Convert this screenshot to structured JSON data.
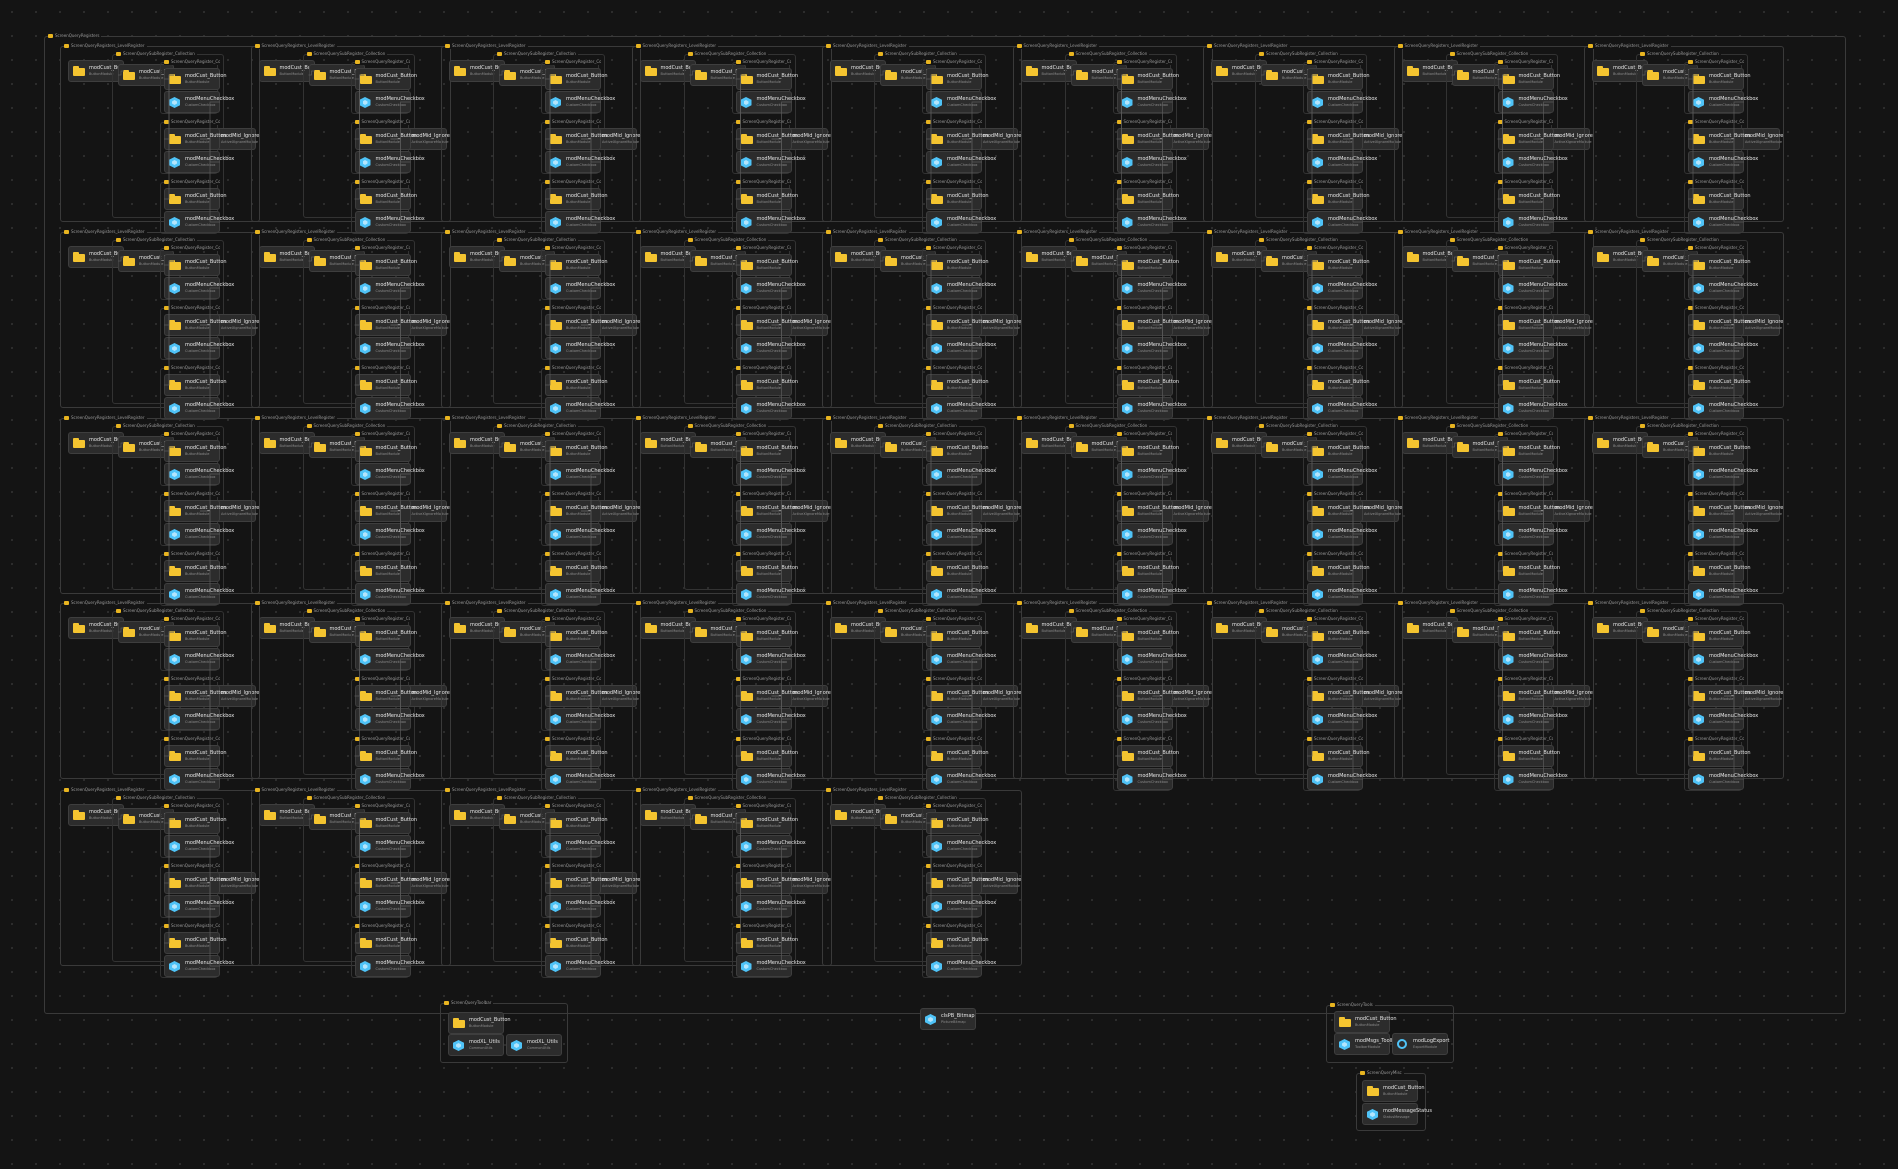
{
  "diagram": {
    "colors": {
      "background": "#141414",
      "frame_border": "#3a3a3a",
      "node_bg": "#2c2c2c",
      "folder": "#f4c430",
      "component": "#4fc3f7",
      "wire": "#5a5a5a"
    },
    "icons": {
      "folder": "folder-icon",
      "component": "cube-icon",
      "sync": "sync-icon"
    },
    "labels": {
      "root_group": "ScreenQueryRegisters",
      "level_group": "ScreenQueryRegisters_LevelRegister",
      "sub_group": "ScreenQuerySubRegister_Collection",
      "leaf_group": "ScreenQueryRegister_Collection",
      "toolbar_group": "ScreenQueryToolbar",
      "tools_group": "ScreenQueryTools",
      "misc_group": "ScreenQueryMisc"
    },
    "node_types": {
      "button_title": "modCust_Button",
      "button_sub": "ButtonModule",
      "checkbox_title": "modMenuCheckbox",
      "checkbox_sub": "CustomCheckbox",
      "ignore_title": "modMid_Ignore",
      "ignore_sub": "ActiveXIgnoreModule",
      "utils_title": "modXL_Utils",
      "utils_sub": "CommonUtils",
      "bitmap_title": "clsPB_Bitmap",
      "bitmap_sub": "PictureBitmap",
      "toolbar_title": "modMsgs_Toolbars",
      "toolbar_sub": "ToolbarModule",
      "report_title": "modLogExport",
      "report_sub": "ExportModule",
      "status_title": "modMessageStatus",
      "status_sub": "StatusMessage"
    }
  }
}
